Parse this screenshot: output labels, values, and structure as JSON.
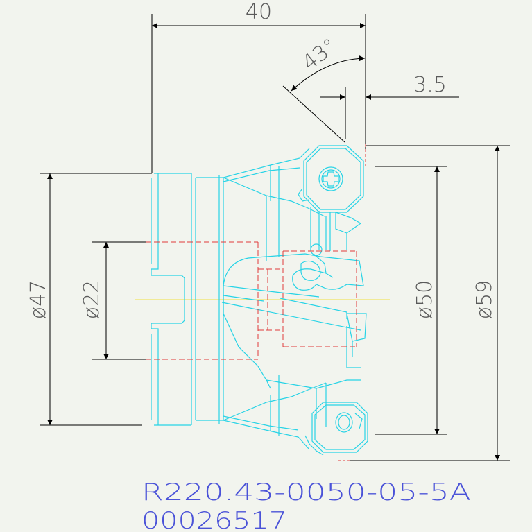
{
  "drawing": {
    "dimensions": {
      "length": "40",
      "angle": "43°",
      "offset": "3.5",
      "dia_47": "ø47",
      "dia_22": "ø22",
      "dia_50": "ø50",
      "dia_59": "ø59"
    },
    "part_number": "R220.43-0050-05-5A",
    "item_code": "00026517",
    "colors": {
      "outline": "#27d3e6",
      "hidden": "#e03a3a",
      "centerline": "#f0e040",
      "dimension": "#000000",
      "text": "#4a52d8"
    }
  }
}
